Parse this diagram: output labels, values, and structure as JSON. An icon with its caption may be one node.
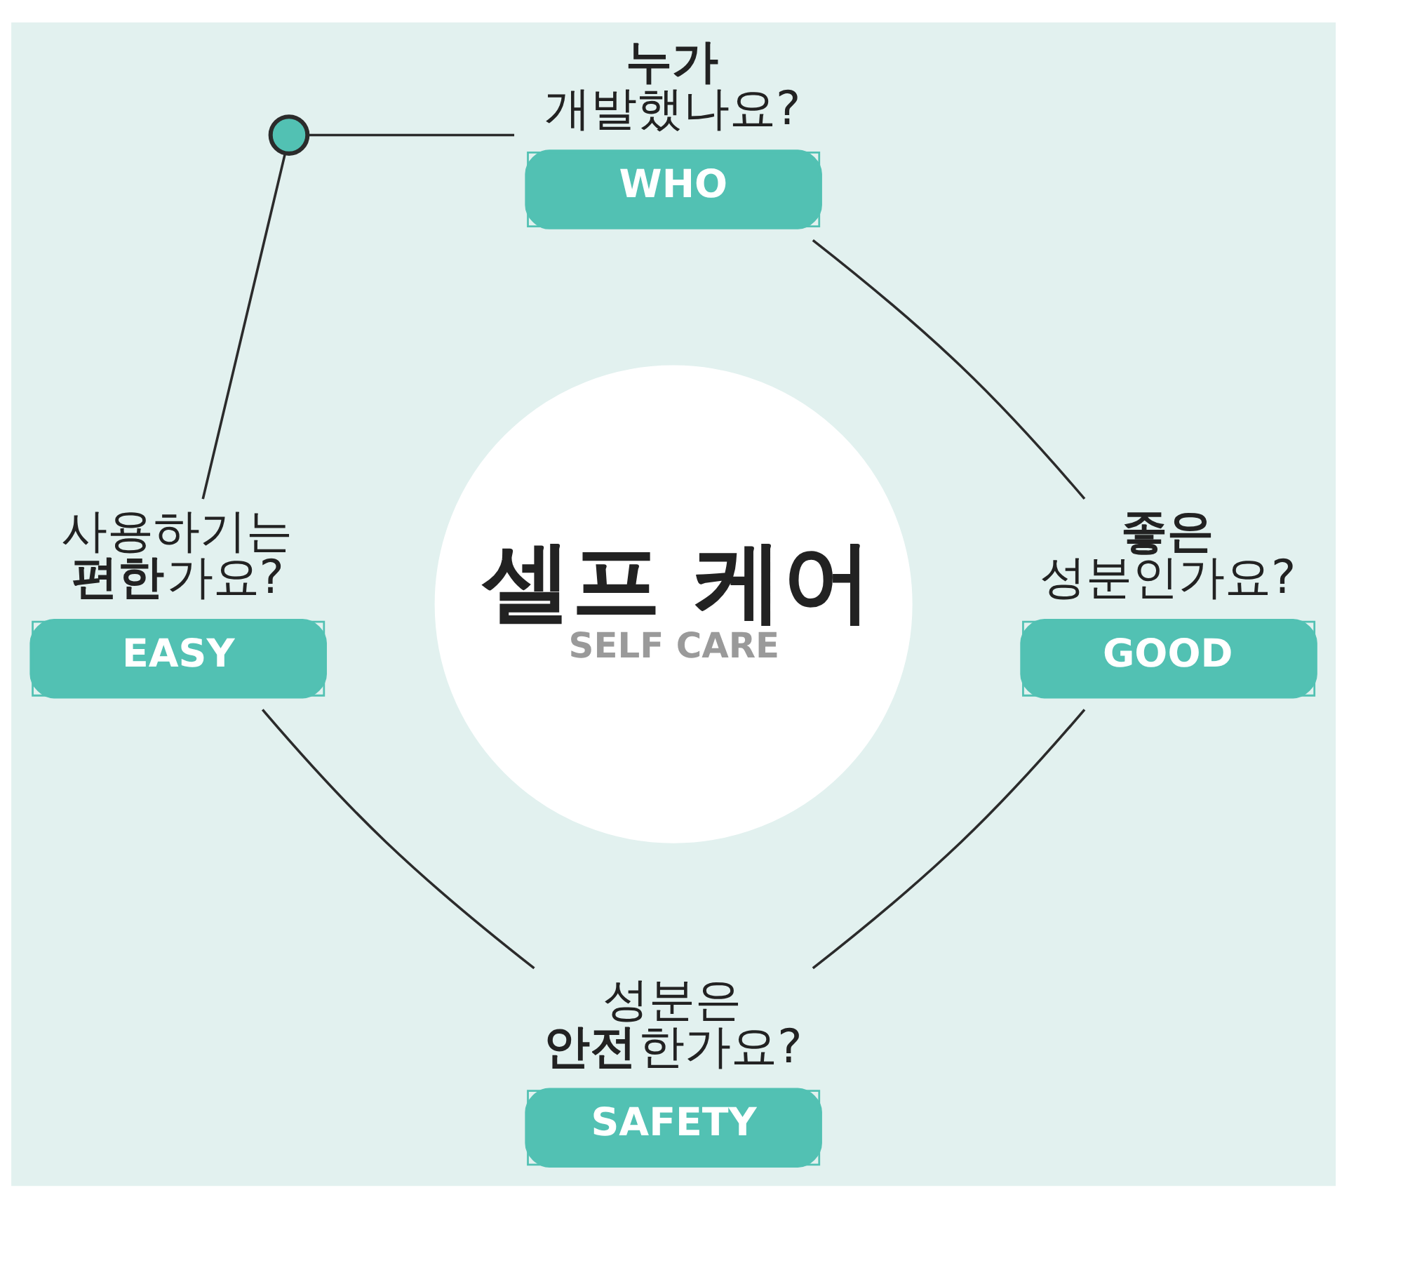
{
  "diagram": {
    "nodes": [
      {
        "text": [
          "**누가** 개발했나요?",
          "WHO"
        ]
      },
      {
        "text": [],
        "shape": "circle"
      },
      {
        "text": [
          "사용하기는 **편한**가요?",
          "EASY"
        ]
      },
      {
        "text": [
          "셀프 케어",
          "SELF CARE"
        ]
      },
      {
        "text": [
          "**좋은** 성분인가요?",
          "GOOD"
        ]
      },
      {
        "text": [
          "성분은 **안전**한가요?",
          "SAFETY"
        ]
      }
    ],
    "edges": [
      {
        "from": 0,
        "to": 4,
        "arrow": "none"
      },
      {
        "from": 4,
        "to": 5,
        "arrow": "none"
      },
      {
        "from": 2,
        "to": 5,
        "arrow": "none"
      },
      {
        "from": 1,
        "to": 2,
        "arrow": "none"
      },
      {
        "from": 1,
        "to": 0,
        "arrow": "none"
      }
    ]
  }
}
